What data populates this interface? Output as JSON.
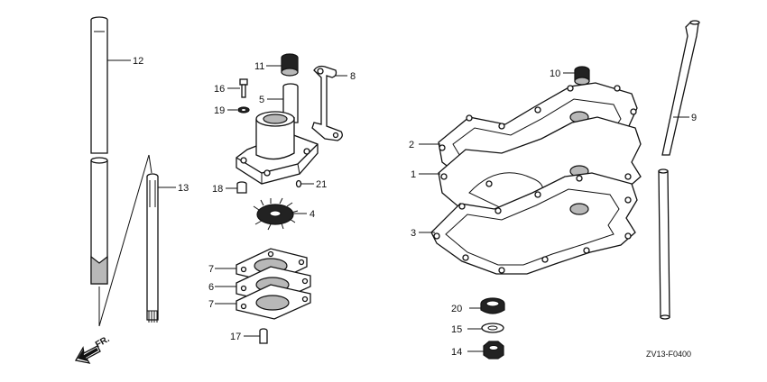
{
  "diagram_code": "ZV13-F0400",
  "direction_label": "FR.",
  "callouts": {
    "c12": "12",
    "c13": "13",
    "c11": "11",
    "c8": "8",
    "c16": "16",
    "c5": "5",
    "c19": "19",
    "c18": "18",
    "c21": "21",
    "c4": "4",
    "c7a": "7",
    "c6": "6",
    "c7b": "7",
    "c17": "17",
    "c10": "10",
    "c2": "2",
    "c1": "1",
    "c3": "3",
    "c9": "9",
    "c20": "20",
    "c15": "15",
    "c14": "14"
  }
}
